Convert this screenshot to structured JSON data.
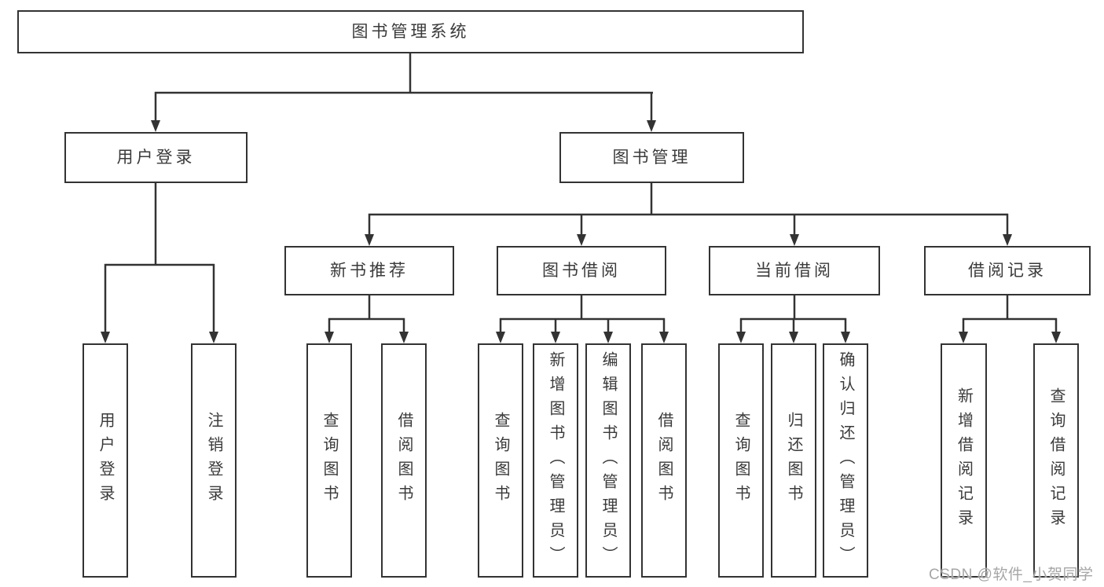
{
  "title": "图书管理系统",
  "watermark": "CSDN @软件_小贺同学",
  "colors": {
    "line": "#333333",
    "box_border": "#333333",
    "box_fill": "#ffffff",
    "text": "#3a3a3a",
    "watermark": "#a6a6a6"
  },
  "nodes": {
    "root": {
      "label": "图书管理系统"
    },
    "user_login": {
      "label": "用户登录"
    },
    "book_mgmt": {
      "label": "图书管理"
    },
    "new_book_rec": {
      "label": "新书推荐"
    },
    "book_borrow": {
      "label": "图书借阅"
    },
    "current_borrow": {
      "label": "当前借阅"
    },
    "borrow_record": {
      "label": "借阅记录"
    },
    "login": {
      "label": "用户登录"
    },
    "logout": {
      "label": "注销登录"
    },
    "rec_query_book": {
      "label": "查询图书"
    },
    "rec_borrow_book": {
      "label": "借阅图书"
    },
    "bb_query_book": {
      "label": "查询图书"
    },
    "bb_add_book": {
      "label": "新增图书（管理员）"
    },
    "bb_edit_book": {
      "label": "编辑图书（管理员）"
    },
    "bb_borrow_book": {
      "label": "借阅图书"
    },
    "cb_query_book": {
      "label": "查询图书"
    },
    "cb_return_book": {
      "label": "归还图书"
    },
    "cb_confirm_return": {
      "label": "确认归还（管理员）"
    },
    "br_add_record": {
      "label": "新增借阅记录"
    },
    "br_query_record": {
      "label": "查询借阅记录"
    }
  },
  "hierarchy": {
    "图书管理系统": {
      "用户登录": [
        "用户登录",
        "注销登录"
      ],
      "图书管理": {
        "新书推荐": [
          "查询图书",
          "借阅图书"
        ],
        "图书借阅": [
          "查询图书",
          "新增图书（管理员）",
          "编辑图书（管理员）",
          "借阅图书"
        ],
        "当前借阅": [
          "查询图书",
          "归还图书",
          "确认归还（管理员）"
        ],
        "借阅记录": [
          "新增借阅记录",
          "查询借阅记录"
        ]
      }
    }
  }
}
